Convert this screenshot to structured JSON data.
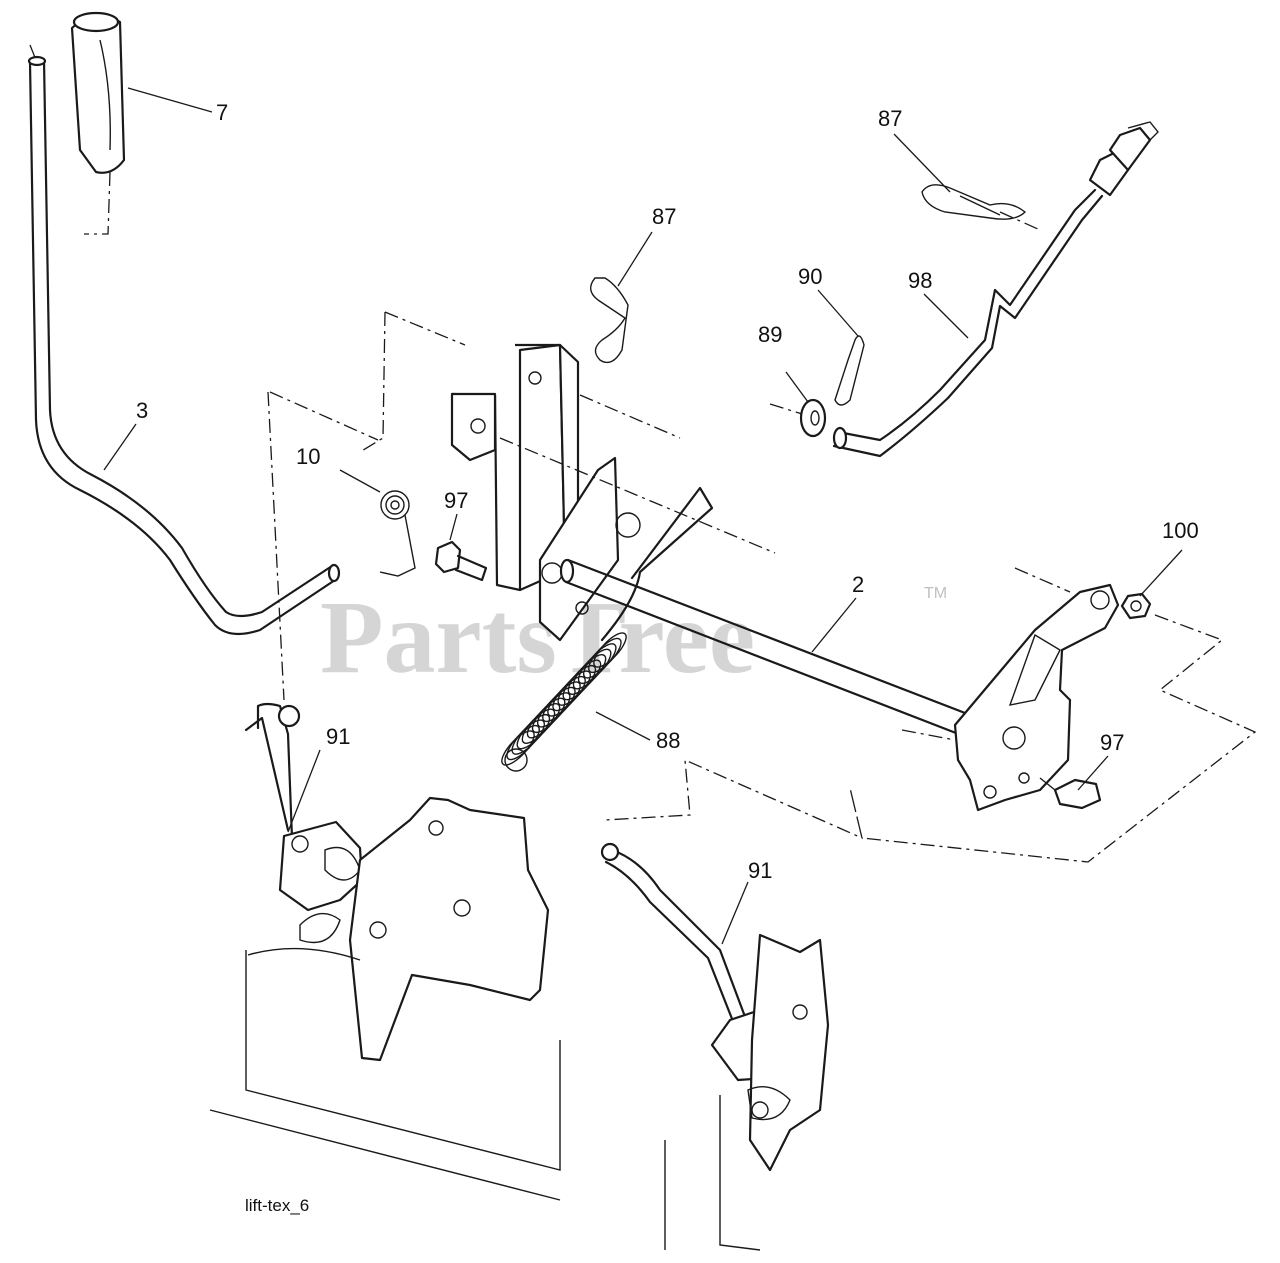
{
  "watermark": {
    "text": "PartsTree",
    "trademark": "TM"
  },
  "caption": "lift-tex_6",
  "callouts": [
    {
      "id": "c7",
      "label": "7"
    },
    {
      "id": "c87a",
      "label": "87"
    },
    {
      "id": "c87b",
      "label": "87"
    },
    {
      "id": "c90",
      "label": "90"
    },
    {
      "id": "c98",
      "label": "98"
    },
    {
      "id": "c89",
      "label": "89"
    },
    {
      "id": "c3",
      "label": "3"
    },
    {
      "id": "c10",
      "label": "10"
    },
    {
      "id": "c97a",
      "label": "97"
    },
    {
      "id": "c100",
      "label": "100"
    },
    {
      "id": "c2",
      "label": "2"
    },
    {
      "id": "c91a",
      "label": "91"
    },
    {
      "id": "c88",
      "label": "88"
    },
    {
      "id": "c97b",
      "label": "97"
    },
    {
      "id": "c91b",
      "label": "91"
    }
  ]
}
